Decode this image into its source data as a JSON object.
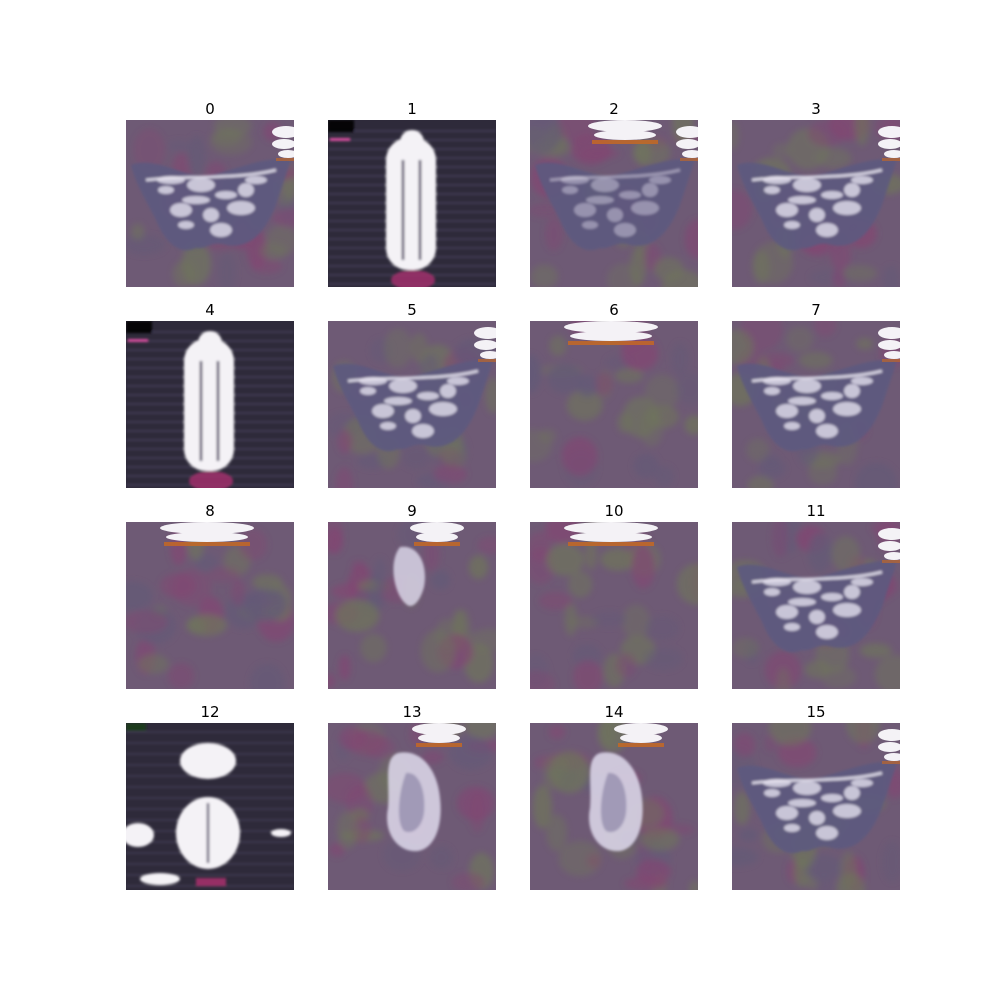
{
  "panels": [
    {
      "label": "0",
      "kind": "butterfly"
    },
    {
      "label": "1",
      "kind": "bright_tall"
    },
    {
      "label": "2",
      "kind": "faint_butterfly"
    },
    {
      "label": "3",
      "kind": "butterfly"
    },
    {
      "label": "4",
      "kind": "bright_tall"
    },
    {
      "label": "5",
      "kind": "butterfly"
    },
    {
      "label": "6",
      "kind": "top_stripe"
    },
    {
      "label": "7",
      "kind": "butterfly"
    },
    {
      "label": "8",
      "kind": "top_stripe"
    },
    {
      "label": "9",
      "kind": "blob_small"
    },
    {
      "label": "10",
      "kind": "top_stripe"
    },
    {
      "label": "11",
      "kind": "butterfly"
    },
    {
      "label": "12",
      "kind": "two_blobs"
    },
    {
      "label": "13",
      "kind": "blob_large"
    },
    {
      "label": "14",
      "kind": "blob_large"
    },
    {
      "label": "15",
      "kind": "butterfly"
    }
  ],
  "colors": {
    "bg_purple": "#6e5a75",
    "bg_green": "#6f7d54",
    "bg_magenta": "#8a3f72",
    "dark_bg": "#2e2a3a",
    "white": "#f4f2f6",
    "orange": "#c9691f"
  }
}
